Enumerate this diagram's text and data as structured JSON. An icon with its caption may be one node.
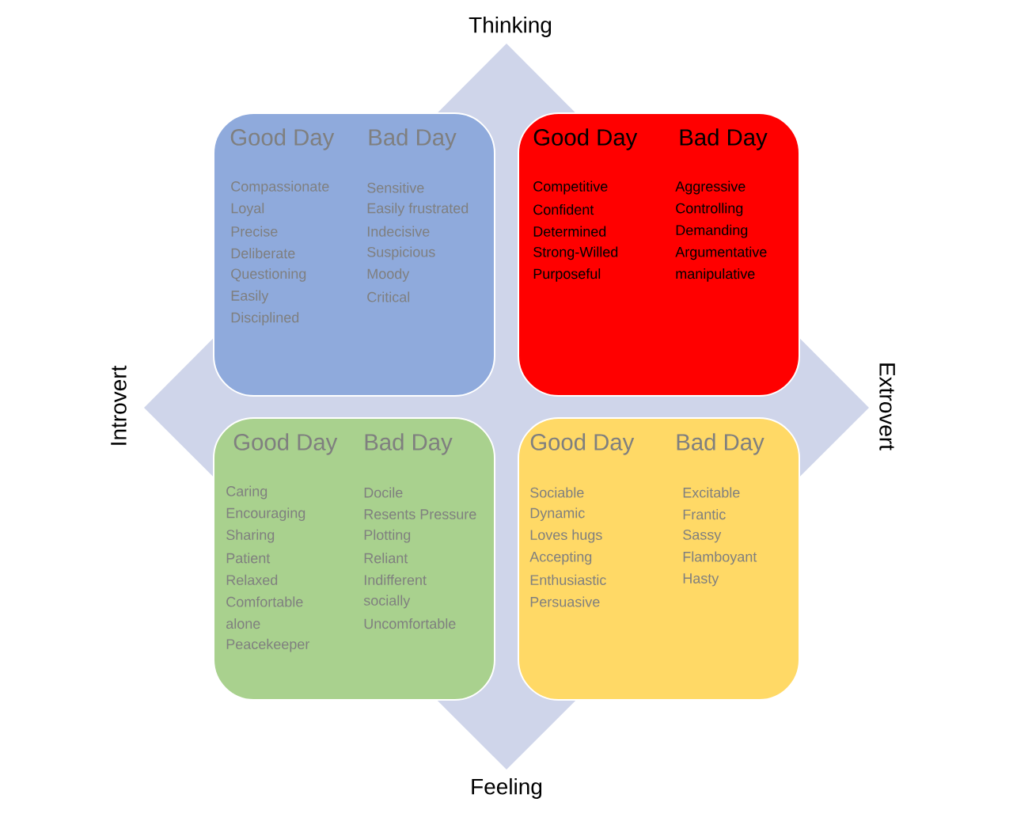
{
  "diagram": {
    "nodes": [
      {
        "text": [
          "Good Day",
          "Bad Day",
          "Compassionate",
          "Loyal",
          "Precise",
          "Deliberate",
          "Questioning",
          "Easily",
          "Disciplined",
          "Sensitive",
          "Easily frustrated",
          "Indecisive",
          "Suspicious",
          "Moody",
          "Critical"
        ]
      },
      {
        "text": [
          "Good Day",
          "Bad Day",
          "Competitive",
          "Confident",
          "Determined",
          "Strong-Willed",
          "Purposeful",
          "Aggressive",
          "Controlling",
          "Demanding",
          "Argumentative",
          "manipulative"
        ]
      },
      {
        "text": [
          "Good Day",
          "Bad Day",
          "Caring",
          "Encouraging",
          "Sharing",
          "Patient",
          "Relaxed",
          "Comfortable",
          "alone",
          "Peacekeeper",
          "Docile",
          "Resents Pressure",
          "Plotting",
          "Reliant",
          "Indifferent",
          "socially",
          "Uncomfortable"
        ]
      },
      {
        "text": [
          "Good Day",
          "Bad Day",
          "Sociable",
          "Dynamic",
          "Loves hugs",
          "Accepting",
          "Enthusiastic",
          "Persuasive",
          "Excitable",
          "Frantic",
          "Sassy",
          "Flamboyant",
          "Hasty"
        ]
      }
    ],
    "labels": [
      "Thinking",
      "Introvert",
      "Extrovert",
      "Feeling"
    ]
  }
}
